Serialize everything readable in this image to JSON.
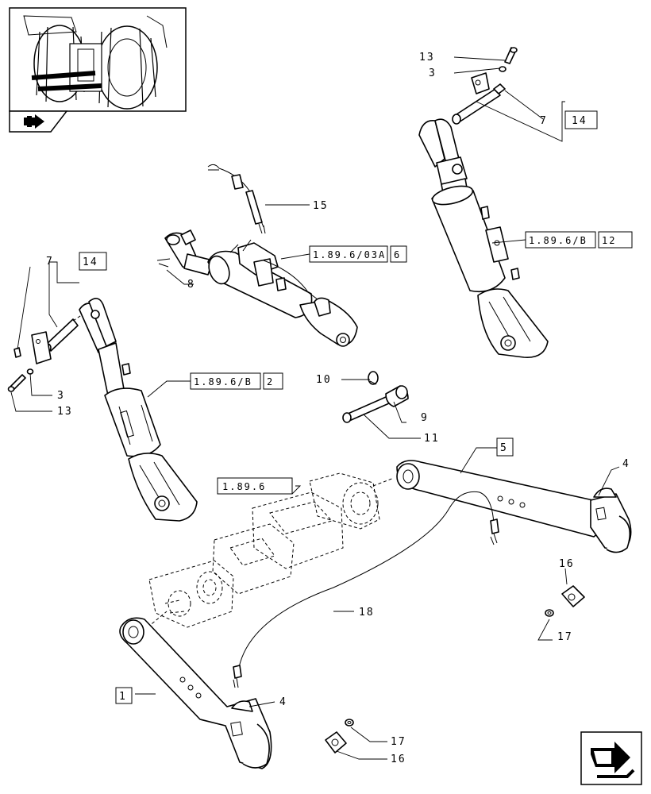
{
  "callouts": {
    "c13_top": "13",
    "c3_top": "3",
    "c7_right": "7",
    "c14_right": "14",
    "c15": "15",
    "c8": "8",
    "c7_left": "7",
    "c14_left": "14",
    "c3_left": "3",
    "c13_left": "13",
    "c10": "10",
    "c9": "9",
    "c11": "11",
    "c5": "5",
    "c4_right": "4",
    "c16_right": "16",
    "c17_right": "17",
    "c18": "18",
    "c1": "1",
    "c4_bottom": "4",
    "c17_bottom": "17",
    "c16_bottom": "16"
  },
  "refs": {
    "r_18960_3a": "1.89.6/03A",
    "r_18960_3a_n": "6",
    "r_1896b_12": "1.89.6/B",
    "r_1896b_12_n": "12",
    "r_1896b_2": "1.89.6/B",
    "r_1896b_2_n": "2",
    "r_1896": "1.89.6"
  },
  "icons": {
    "thumbnail": "tractor-rear-thumbnail",
    "thumb_arrow": "page-arrow-icon",
    "nav": "next-page-arrow-icon"
  }
}
